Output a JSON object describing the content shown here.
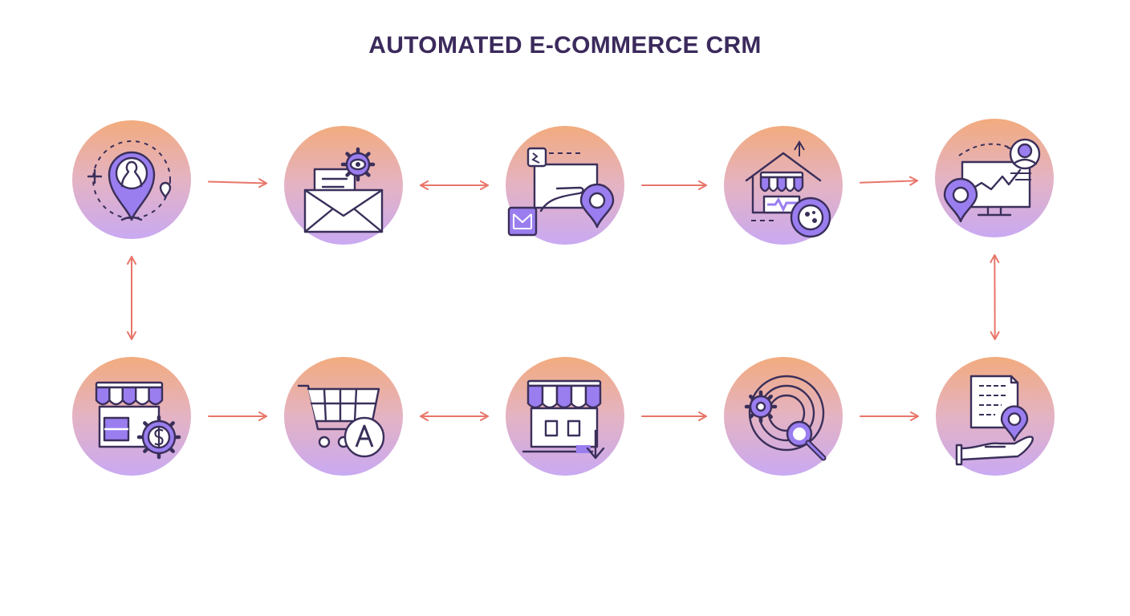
{
  "title": "AUTOMATED E-COMMERCE CRM",
  "colors": {
    "title": "#3b2a5c",
    "arrow": "#e8766a",
    "circle_top": "#f2ab7e",
    "circle_mid": "#e4b3c3",
    "circle_bottom": "#c9a9f2",
    "icon_line": "#3a2f5a",
    "icon_fill": "#9a7ef0",
    "icon_white": "#ffffff"
  },
  "nodes": [
    {
      "id": "n1",
      "icon": "customer-location-pin-icon"
    },
    {
      "id": "n2",
      "icon": "email-settings-envelope-icon"
    },
    {
      "id": "n3",
      "icon": "web-touch-location-icon"
    },
    {
      "id": "n4",
      "icon": "store-analytics-house-icon"
    },
    {
      "id": "n5",
      "icon": "location-analytics-monitor-icon"
    },
    {
      "id": "n6",
      "icon": "storefront-payment-gear-icon"
    },
    {
      "id": "n7",
      "icon": "shopping-cart-icon"
    },
    {
      "id": "n8",
      "icon": "storefront-download-icon"
    },
    {
      "id": "n9",
      "icon": "target-search-icon"
    },
    {
      "id": "n10",
      "icon": "document-delivery-hand-icon"
    }
  ],
  "edges": [
    {
      "from": "n1",
      "to": "n2",
      "direction": "forward"
    },
    {
      "from": "n2",
      "to": "n3",
      "direction": "both"
    },
    {
      "from": "n3",
      "to": "n4",
      "direction": "forward"
    },
    {
      "from": "n4",
      "to": "n5",
      "direction": "forward"
    },
    {
      "from": "n1",
      "to": "n6",
      "direction": "both"
    },
    {
      "from": "n5",
      "to": "n10",
      "direction": "both"
    },
    {
      "from": "n6",
      "to": "n7",
      "direction": "forward"
    },
    {
      "from": "n7",
      "to": "n8",
      "direction": "both"
    },
    {
      "from": "n8",
      "to": "n9",
      "direction": "forward"
    },
    {
      "from": "n9",
      "to": "n10",
      "direction": "forward"
    }
  ]
}
